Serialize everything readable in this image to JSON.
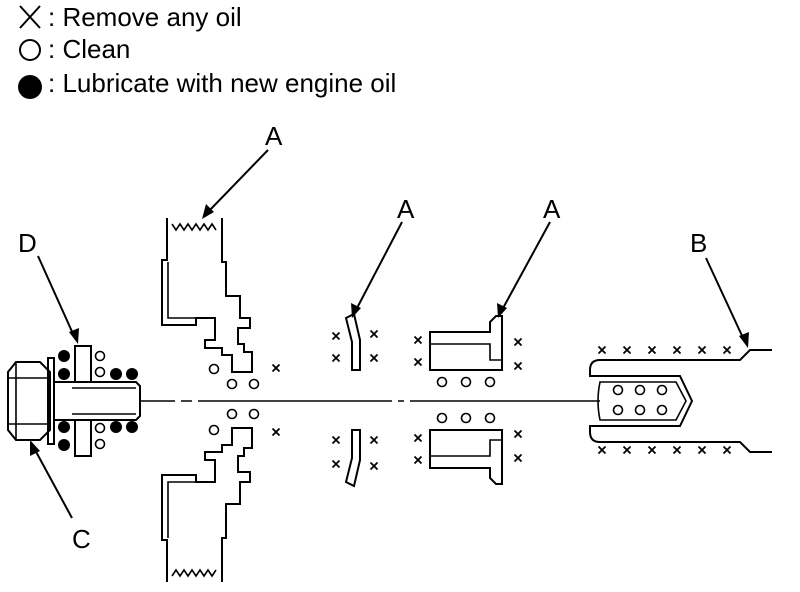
{
  "legend": {
    "remove_oil": ": Remove any oil",
    "clean": ": Clean",
    "lubricate": ": Lubricate with new engine oil",
    "remove_oil_icon": "x-mark-icon",
    "clean_icon": "open-circle-icon",
    "lubricate_icon": "filled-circle-icon"
  },
  "callouts": {
    "a1": "A",
    "a2": "A",
    "a3": "A",
    "b": "B",
    "c": "C",
    "d": "D"
  },
  "colors": {
    "ink": "#000000",
    "background": "#ffffff"
  }
}
